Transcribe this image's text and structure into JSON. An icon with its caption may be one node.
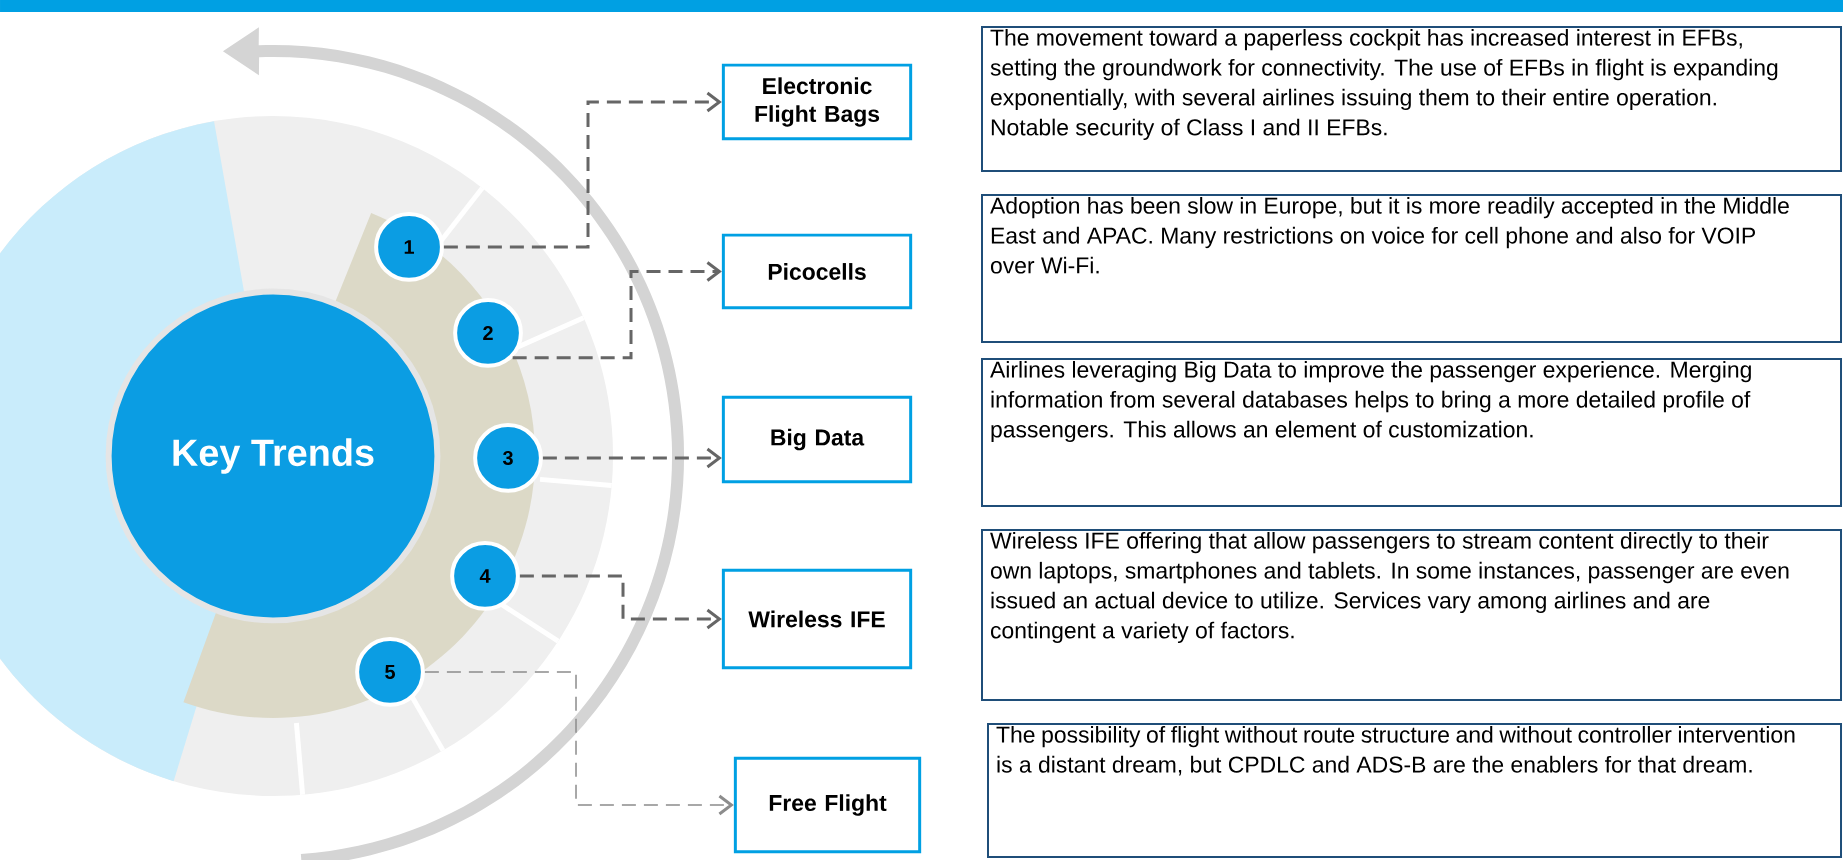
{
  "diagram": {
    "nodes": [
      {
        "text": [
          "Key Trends"
        ]
      },
      {
        "text": [
          "1"
        ]
      },
      {
        "text": [
          "2"
        ]
      },
      {
        "text": [
          "3"
        ]
      },
      {
        "text": [
          "4"
        ]
      },
      {
        "text": [
          "5"
        ]
      },
      {
        "text": [
          "Electronic Flight Bags"
        ]
      },
      {
        "text": [
          "Picocells"
        ]
      },
      {
        "text": [
          "Big Data"
        ]
      },
      {
        "text": [
          "Wireless IFE"
        ]
      },
      {
        "text": [
          "Free Flight"
        ]
      },
      {
        "text": [
          "The movement toward a paperless cockpit has increased interest in EFBs, setting the groundwork for connectivity. The use of EFBs in flight is expanding exponentially, with several airlines issuing them to their entire operation. Notable security of Class I and II EFBs."
        ]
      },
      {
        "text": [
          "Adoption has been slow in Europe, but it is more readily accepted in the Middle East and APAC. Many restrictions on voice for cell phone and also for VOIP over Wi-Fi."
        ]
      },
      {
        "text": [
          "Airlines leveraging Big Data to improve the passenger experience. Merging information from several databases helps to bring a more detailed profile of passengers. This allows an element of customization."
        ]
      },
      {
        "text": [
          "Wireless IFE offering that allow passengers to stream content directly to their own laptops, smartphones and tablets. In some instances, passenger are even issued an actual device to utilize. Services vary among airlines and are contingent a variety of factors."
        ]
      },
      {
        "text": [
          "The possibility of flight without route structure and without controller intervention is a distant dream, but CPDLC and ADS-B are the enablers for that dream."
        ]
      }
    ],
    "edges": [
      {
        "from": 1,
        "to": 6,
        "arrow": "to",
        "style": "dashed"
      },
      {
        "from": 2,
        "to": 7,
        "arrow": "to",
        "style": "dashed"
      },
      {
        "from": 3,
        "to": 8,
        "arrow": "to",
        "style": "dashed"
      },
      {
        "from": 4,
        "to": 9,
        "arrow": "to",
        "style": "dashed"
      },
      {
        "from": 5,
        "to": 10,
        "arrow": "to",
        "style": "dashed",
        "color": "#8c8c8c"
      }
    ]
  }
}
